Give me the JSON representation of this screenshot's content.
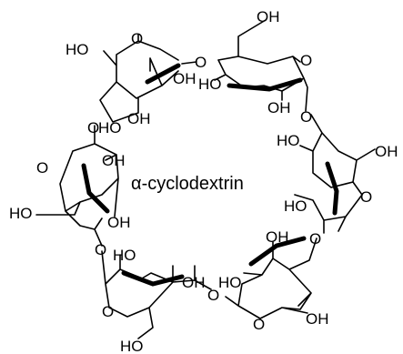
{
  "title": "α-cyclodextrin",
  "atoms": {
    "hydroxyl": "OH",
    "hydroxyl_left": "HO",
    "oxygen": "O"
  }
}
